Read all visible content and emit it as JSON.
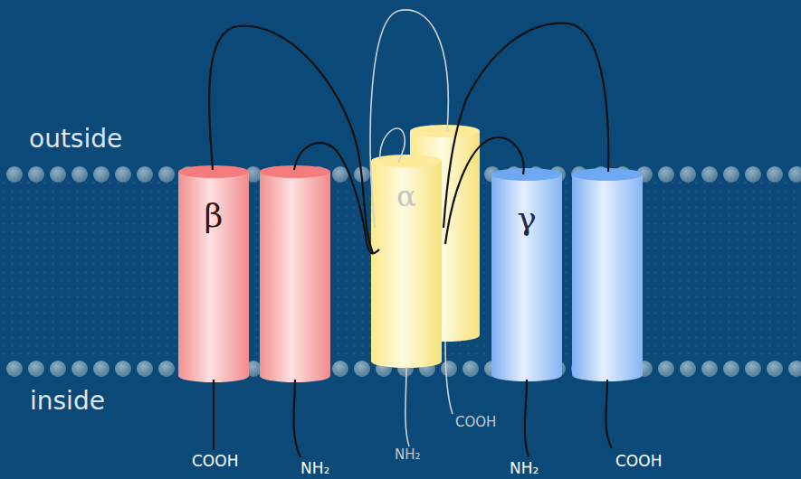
{
  "diagram": {
    "nodes": [
      {
        "text": [
          "β"
        ]
      },
      {
        "text": [
          "α"
        ]
      },
      {
        "text": [
          "γ"
        ]
      }
    ],
    "labels": [
      "outside",
      "inside",
      "COOH",
      "NH₂",
      "NH₂",
      "COOH",
      "NH₂",
      "COOH"
    ]
  }
}
